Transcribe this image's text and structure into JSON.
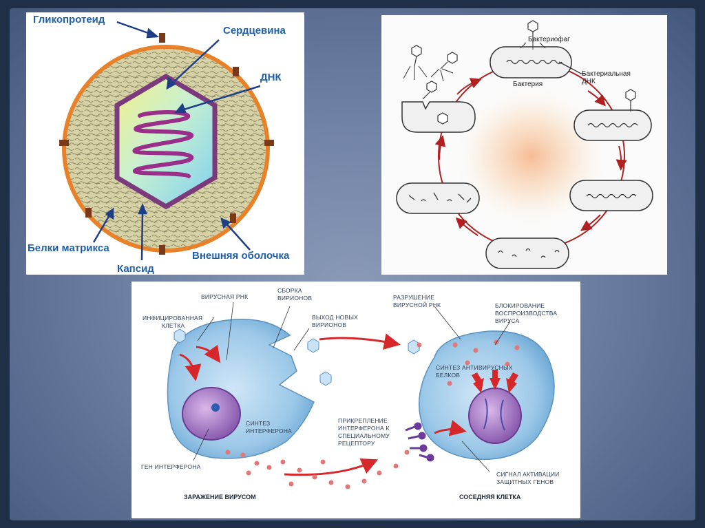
{
  "virion": {
    "glycoprotein": "Гликопротеид",
    "core": "Сердцевина",
    "dna": "ДНК",
    "matrix_proteins": "Белки матрикса",
    "capsid": "Капсид",
    "envelope": "Внешняя оболочка"
  },
  "phage": {
    "bacteriophage": "Бактериофаг",
    "bacterial_dna_line1": "Бактериальная",
    "bacterial_dna_line2": "ДНК",
    "bacterium": "Бактерия"
  },
  "interferon": {
    "viral_rna": "Вирусная РНК",
    "assembly_line1": "Сборка",
    "assembly_line2": "вирионов",
    "infected_line1": "Инфицированная",
    "infected_line2": "клетка",
    "exit_line1": "Выход новых",
    "exit_line2": "вирионов",
    "destruction_line1": "Разрушение",
    "destruction_line2": "вирусной РНК",
    "blocking_line1": "Блокирование",
    "blocking_line2": "воспроизводства",
    "blocking_line3": "вируса",
    "antiviral_line1": "Синтез антивирусных",
    "antiviral_line2": "белков",
    "ifn_synthesis_line1": "Синтез",
    "ifn_synthesis_line2": "интерферона",
    "attach_line1": "Прикрепление",
    "attach_line2": "интерферона к",
    "attach_line3": "специальному",
    "attach_line4": "рецептору",
    "ifn_gene": "Ген интерферона",
    "signal_line1": "Сигнал активации",
    "signal_line2": "защитных генов",
    "caption_left": "Заражение вирусом",
    "caption_right": "Соседняя клетка"
  },
  "colors": {
    "background": "#1f2f47",
    "envelope": "#e8822a",
    "label_blue": "#1e5fa8",
    "capsid": "#7a3a7c",
    "cell": "#9cc8e8",
    "nucleus": "#9a70c0",
    "arrow_red": "#d6282a"
  }
}
